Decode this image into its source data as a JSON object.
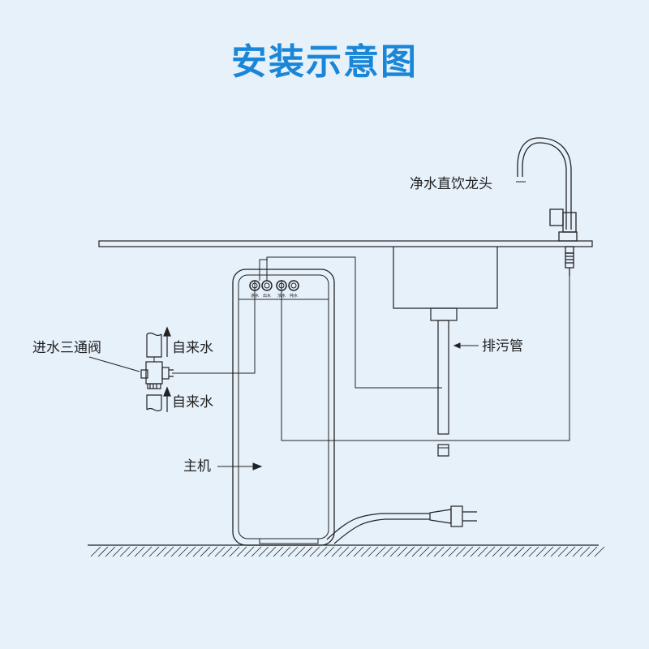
{
  "title": "安装示意图",
  "labels": {
    "faucet": "净水直饮龙头",
    "three_way_valve": "进水三通阀",
    "tap_water_top": "自来水",
    "tap_water_bottom": "自来水",
    "drain_pipe": "排污管",
    "main_unit": "主机"
  },
  "ports": [
    "进水",
    "出水",
    "浓水",
    "纯水"
  ],
  "colors": {
    "background": "#e7f1fa",
    "title": "#1a86d8",
    "line": "#222222"
  }
}
